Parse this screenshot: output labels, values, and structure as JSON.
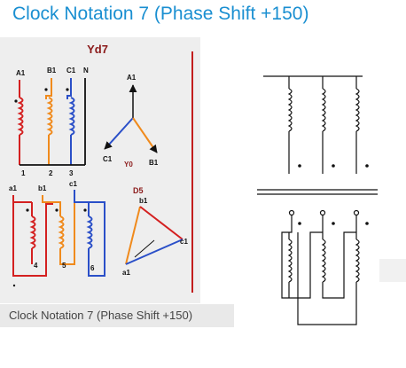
{
  "title": "Clock Notation 7 (Phase Shift +150)",
  "caption": "Clock Notation 7 (Phase Shift +150)",
  "diagram": {
    "group_label": "Yd7",
    "primary_terminals": {
      "a": "A1",
      "b": "B1",
      "c": "C1",
      "n": "N"
    },
    "primary_numbers": [
      "1",
      "2",
      "3"
    ],
    "star_labels": {
      "top": "A1",
      "left": "C1",
      "right": "B1",
      "center": "Y0"
    },
    "secondary_terminals": {
      "a": "a1",
      "b": "b1",
      "c": "c1"
    },
    "secondary_numbers": [
      "4",
      "5",
      "6"
    ],
    "delta_label": "D5",
    "delta_vertices": {
      "top": "b1",
      "right": "c1",
      "bottom": "a1"
    }
  },
  "colors": {
    "red": "#d42020",
    "orange": "#f08a1c",
    "blue": "#2a4fc8",
    "title": "#1a8fd1",
    "heading": "#8b1a1a"
  }
}
